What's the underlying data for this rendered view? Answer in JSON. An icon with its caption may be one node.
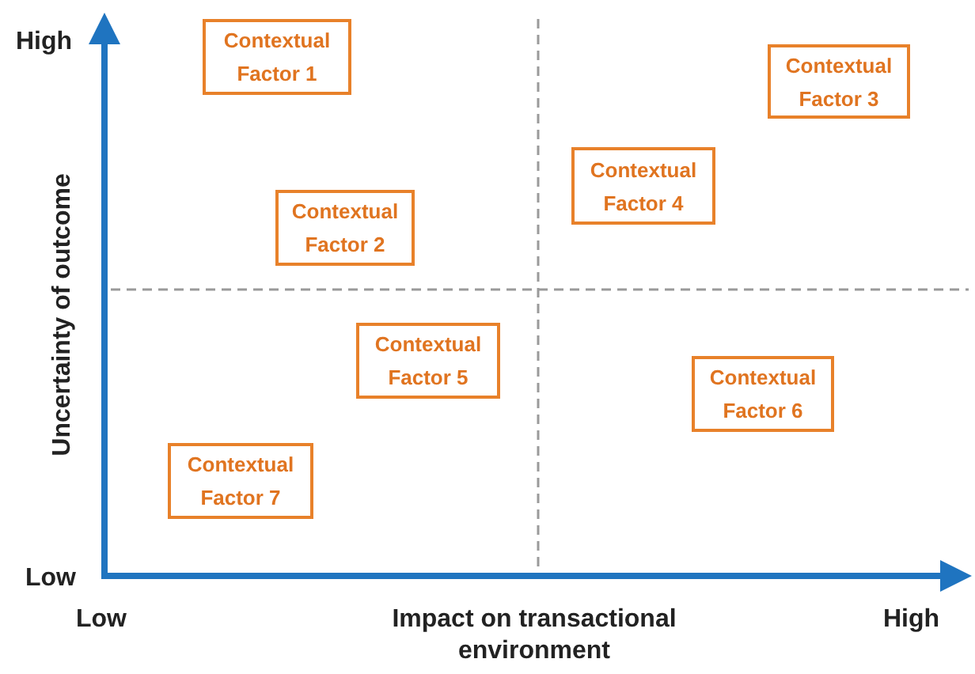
{
  "diagram": {
    "nodes": [
      {
        "text": [
          "Contextual Factor 1"
        ]
      },
      {
        "text": [
          "Contextual Factor 2"
        ]
      },
      {
        "text": [
          "Contextual Factor 3"
        ]
      },
      {
        "text": [
          "Contextual Factor 4"
        ]
      },
      {
        "text": [
          "Contextual Factor 5"
        ]
      },
      {
        "text": [
          "Contextual Factor 6"
        ]
      },
      {
        "text": [
          "Contextual Factor 7"
        ]
      }
    ],
    "labels": [
      "High",
      "Uncertainty of outcome",
      "Low",
      "Low",
      "Impact on transactional environment",
      "High"
    ]
  }
}
